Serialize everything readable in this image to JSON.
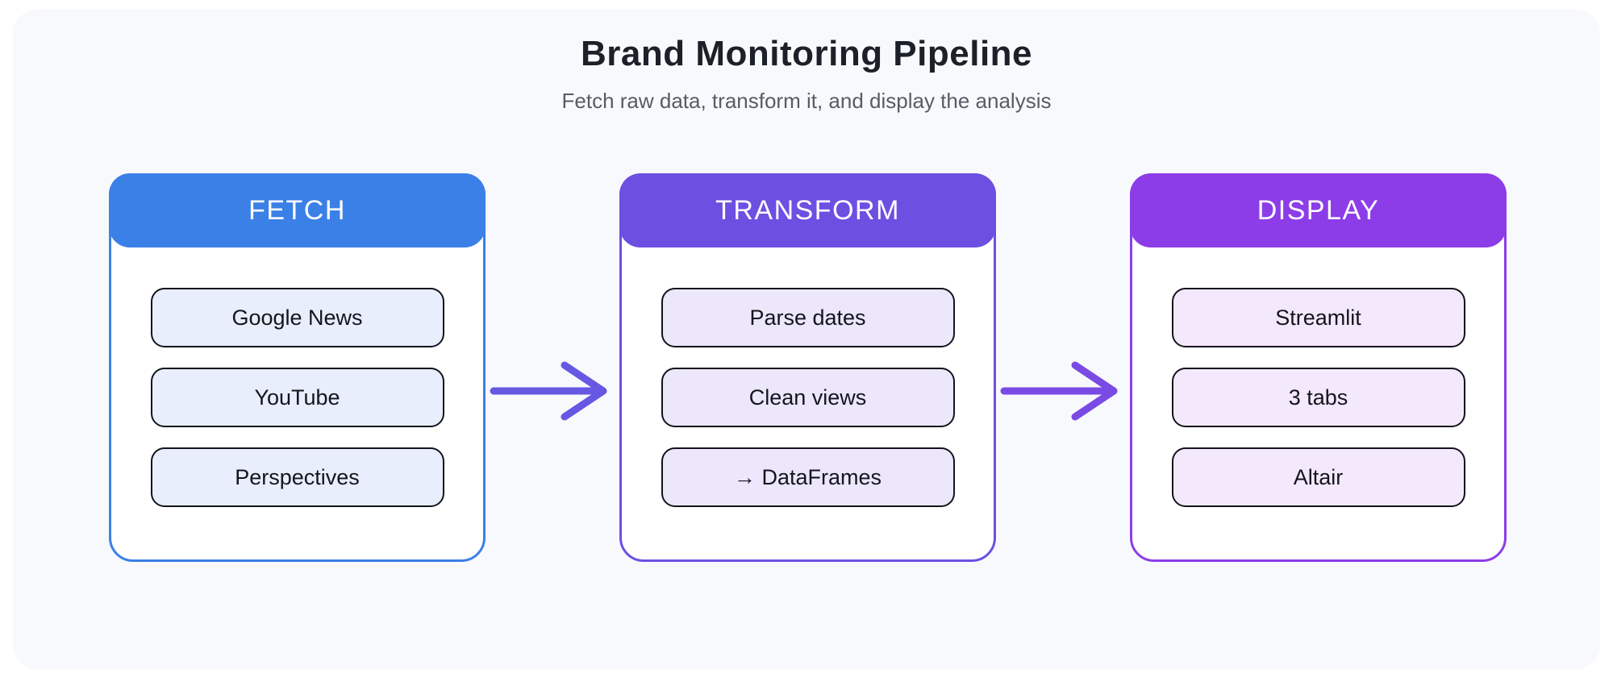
{
  "page": {
    "title": "Brand Monitoring Pipeline",
    "subtitle": "Fetch raw data, transform it, and display the analysis",
    "background_color": "#f8f9fd"
  },
  "pipeline": {
    "stages": [
      {
        "label": "FETCH",
        "color": "#3b80e6",
        "item_background": "#e8eefb",
        "items": [
          "Google News",
          "YouTube",
          "Perspectives"
        ]
      },
      {
        "label": "TRANSFORM",
        "color": "#6d4fe2",
        "item_background": "#ece7fb",
        "items": [
          "Parse dates",
          "Clean views",
          "→ DataFrames"
        ]
      },
      {
        "label": "DISPLAY",
        "color": "#8c3de8",
        "item_background": "#f4e9fc",
        "items": [
          "Streamlit",
          "3 tabs",
          "Altair"
        ]
      }
    ],
    "arrows": [
      {
        "color": "#6658e2"
      },
      {
        "color": "#7a4ae4"
      }
    ]
  }
}
